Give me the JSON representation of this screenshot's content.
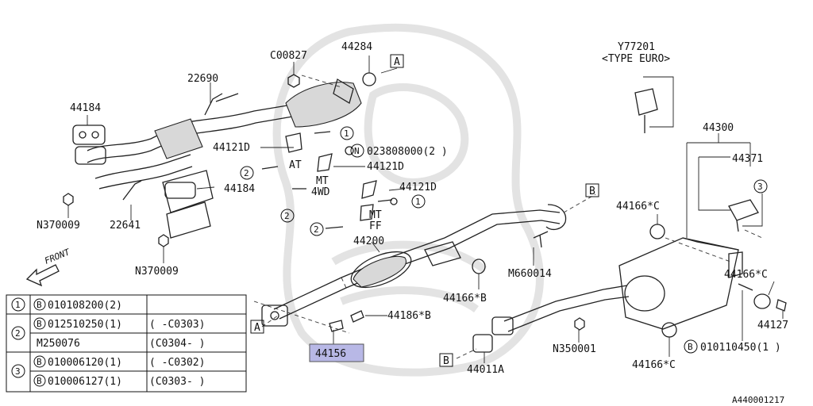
{
  "labels": {
    "p_c00827": "C00827",
    "p_44284": "44284",
    "p_a_top": "A",
    "p_y77201": "Y77201",
    "p_type_euro": "<TYPE EURO>",
    "p_22690": "22690",
    "p_44184_top": "44184",
    "p_44121d_1": "44121D",
    "p_at": "AT",
    "p_n023808000": "023808000(2 )",
    "p_n_circle": "N",
    "p_44121d_2": "44121D",
    "p_mt_4wd_1": "MT",
    "p_mt_4wd_2": "4WD",
    "p_44121d_3": "44121D",
    "p_44184_mid": "44184",
    "p_mt_ff_1": "MT",
    "p_mt_ff_2": "FF",
    "p_44300": "44300",
    "p_44371": "44371",
    "p_b_top": "B",
    "p_44166c_1": "44166*C",
    "p_n370009_1": "N370009",
    "p_22641": "22641",
    "p_44200": "44200",
    "p_m660014": "M660014",
    "p_n370009_2": "N370009",
    "p_front": "FRONT",
    "p_44166b_1": "44166*B",
    "p_44166c_2": "44166*C",
    "p_44186b": "44186*B",
    "p_a_bottom": "A",
    "p_44156": "44156",
    "p_n350001": "N350001",
    "p_44127": "44127",
    "p_010110450": "010110450(1 )",
    "p_b_bottom": "B",
    "p_44011a": "44011A",
    "p_44166c_3": "44166*C",
    "p_ref": "A440001217"
  },
  "callouts": {
    "c1": "1",
    "c2": "2",
    "c3": "3"
  },
  "legend": {
    "rows": [
      {
        "num": "1",
        "prefix": "B",
        "part": "010108200(2)",
        "range": ""
      },
      {
        "num": "2",
        "prefix": "B",
        "part": "012510250(1)",
        "range": "(   -C0303)"
      },
      {
        "num": "",
        "prefix": "",
        "part": "M250076",
        "range": "(C0304-    )"
      },
      {
        "num": "3",
        "prefix": "B",
        "part": "010006120(1)",
        "range": "(   -C0302)"
      },
      {
        "num": "",
        "prefix": "B",
        "part": "010006127(1)",
        "range": "(C0303-    )"
      }
    ]
  },
  "colors": {
    "highlight": "#b8b8e6",
    "line": "#222222",
    "watermark": "#e3e3e3"
  }
}
